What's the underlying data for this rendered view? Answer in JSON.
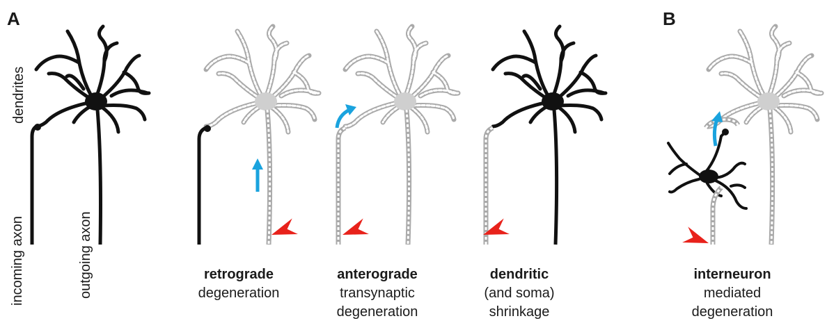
{
  "panels": {
    "a": "A",
    "b": "B"
  },
  "labels": {
    "dendrites": "dendrites",
    "incoming_axon": "incoming axon",
    "outgoing_axon": "outgoing axon"
  },
  "captions": [
    {
      "bold": "retrograde",
      "lines": [
        "degeneration"
      ]
    },
    {
      "bold": "anterograde",
      "lines": [
        "transynaptic",
        "degeneration"
      ]
    },
    {
      "bold": "dendritic",
      "lines": [
        "(and soma)",
        "shrinkage"
      ]
    },
    {
      "bold": "interneuron",
      "lines": [
        "mediated",
        "degeneration"
      ]
    }
  ],
  "colors": {
    "healthy": "#111111",
    "degenerated": "#b4b4b4",
    "arrow_blue": "#1aa3de",
    "arrowhead_red": "#e8221b"
  }
}
